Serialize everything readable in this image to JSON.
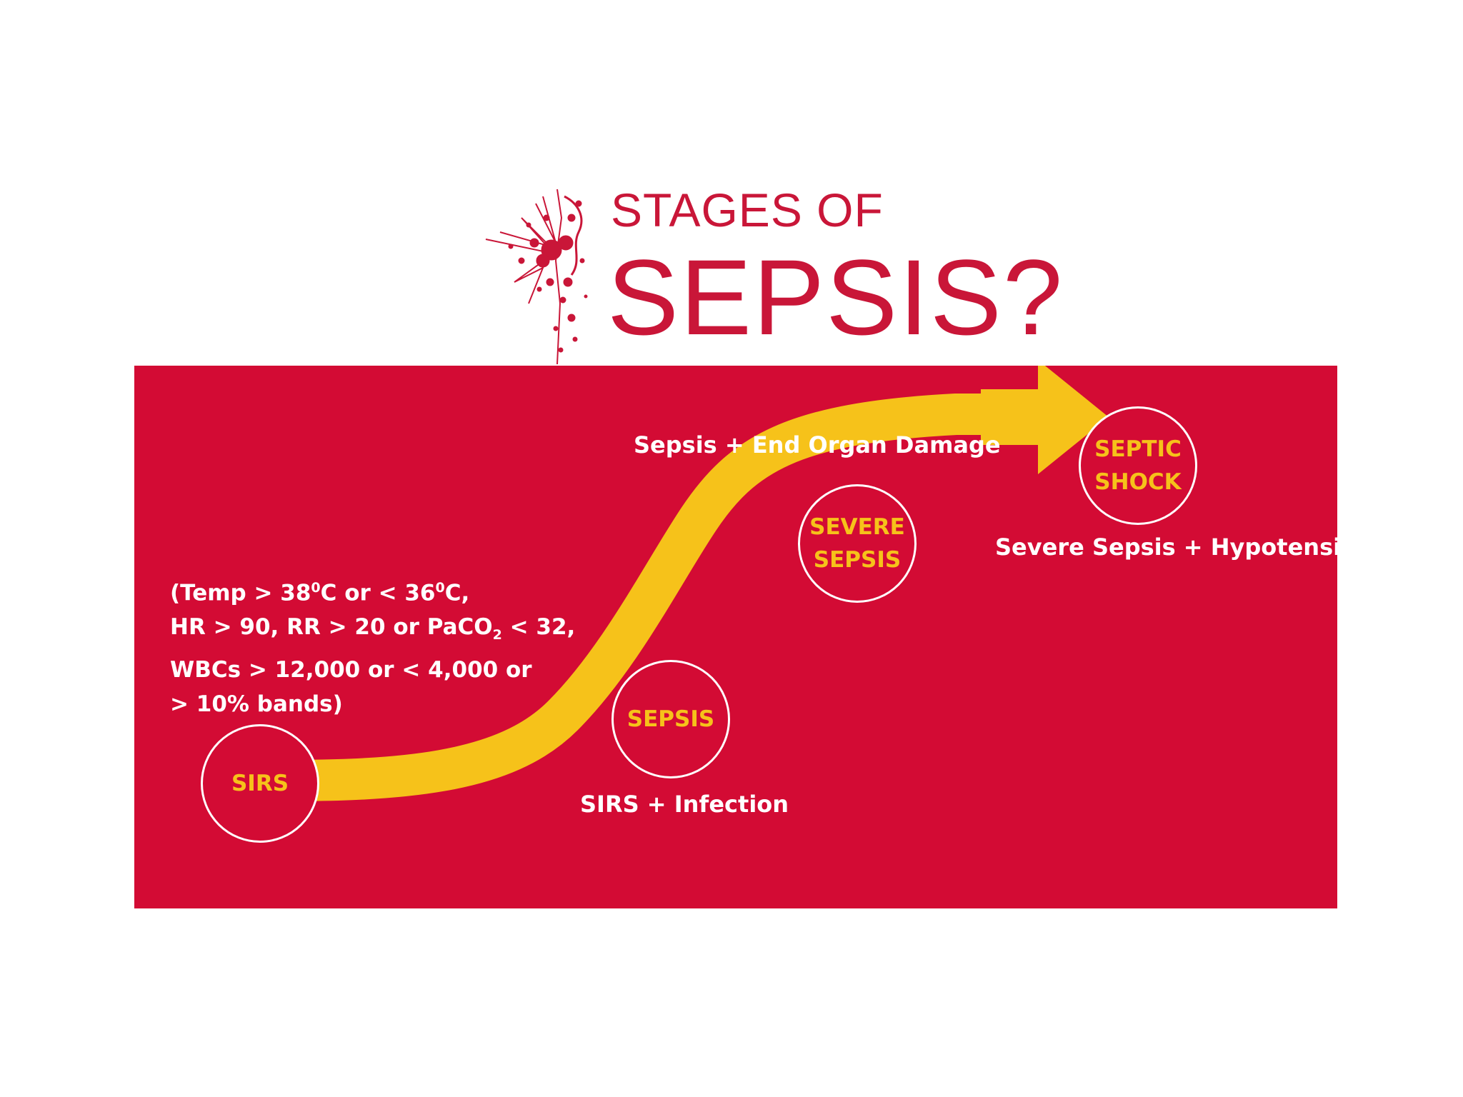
{
  "title": {
    "line1": "STAGES OF",
    "line2": "SEPSIS?"
  },
  "colors": {
    "panel": "#d30b34",
    "title": "#c91638",
    "path": "#f6c21a",
    "stage_text": "#f6c21a",
    "caption_text": "#ffffff"
  },
  "stages": [
    {
      "id": "sirs",
      "label": "SIRS",
      "caption": ""
    },
    {
      "id": "sepsis",
      "label": "SEPSIS",
      "caption": "SIRS + Infection"
    },
    {
      "id": "severe-sepsis",
      "label": "SEVERE\nSEPSIS",
      "caption": "Sepsis + End Organ Damage"
    },
    {
      "id": "septic-shock",
      "label": "SEPTIC\nSHOCK",
      "caption": "Severe Sepsis + Hypotension"
    }
  ],
  "criteria": {
    "l1_a": "(Temp > 38",
    "l1_sup1": "0",
    "l1_b": "C or < 36",
    "l1_sup2": "0",
    "l1_c": "C,",
    "l2_a": "HR > 90, RR > 20 or PaCO",
    "l2_sub": "2",
    "l2_b": " < 32,",
    "l3": "WBCs > 12,000 or < 4,000 or",
    "l4": "> 10% bands)"
  }
}
